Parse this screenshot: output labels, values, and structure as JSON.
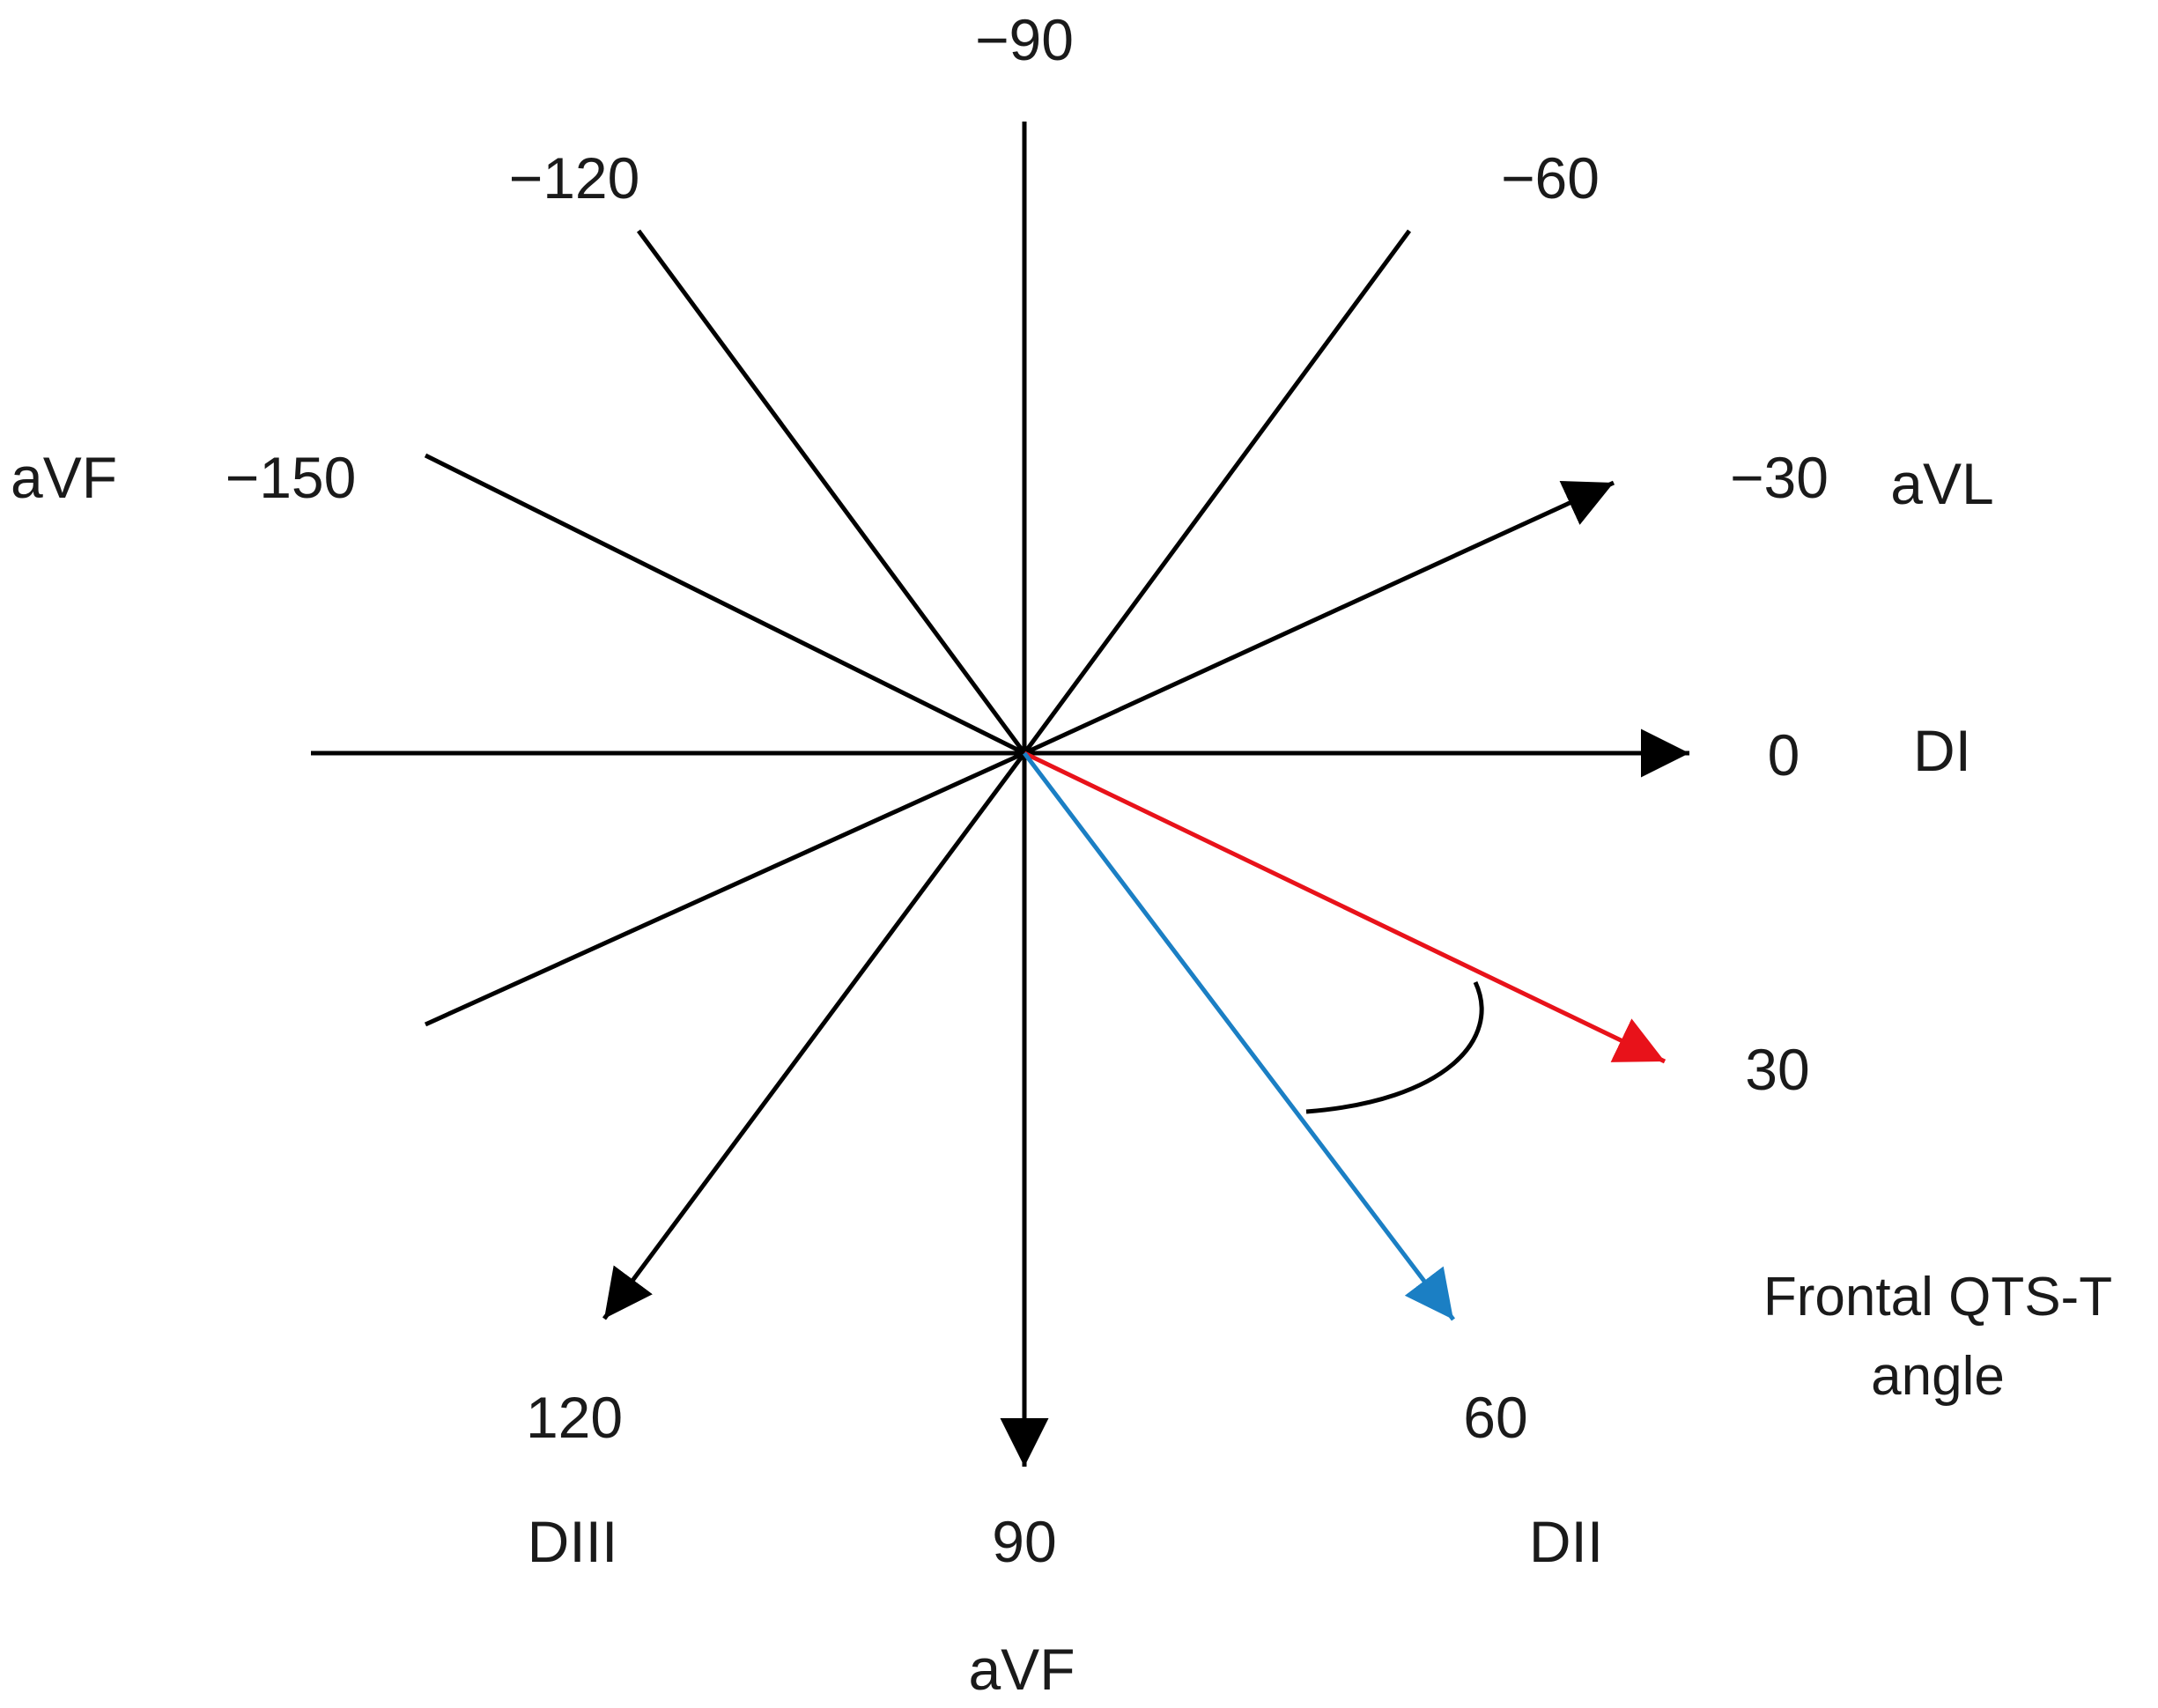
{
  "colors": {
    "axis": "#000000",
    "qrs_vector": "#e8121a",
    "t_vector": "#1b7fc4"
  },
  "labels": {
    "deg_neg90": "−90",
    "deg_neg120": "−120",
    "deg_neg60": "−60",
    "lead_left": "aVF",
    "deg_neg150": "−150",
    "deg_neg30": "−30",
    "lead_avl": "aVL",
    "deg_0": "0",
    "lead_di": "DI",
    "deg_30": "30",
    "caption_line1": "Frontal QTS-T",
    "caption_line2": "angle",
    "deg_120": "120",
    "deg_60": "60",
    "lead_diii": "DIII",
    "deg_90": "90",
    "lead_dii": "DII",
    "lead_bottom": "aVF"
  }
}
